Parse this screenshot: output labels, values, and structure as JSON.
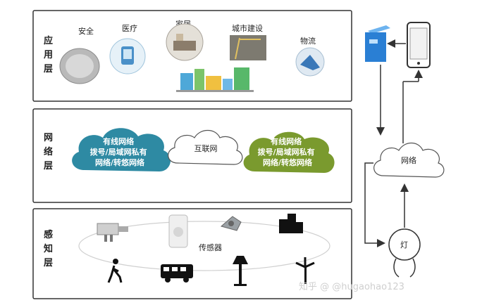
{
  "layers": {
    "application": {
      "label": "应用层",
      "items": [
        {
          "key": "security",
          "label": "安全"
        },
        {
          "key": "medical",
          "label": "医疗"
        },
        {
          "key": "home",
          "label": "家居"
        },
        {
          "key": "city",
          "label": "城市建设"
        },
        {
          "key": "logistics",
          "label": "物流"
        }
      ]
    },
    "network": {
      "label": "网络层",
      "left_cloud": [
        "有线网络",
        "拨号/局域网私有",
        "网络/转悠网络"
      ],
      "center_cloud": "互联网",
      "right_cloud": [
        "有线网络",
        "拨号/局域网私有",
        "网络/转悠网络"
      ]
    },
    "perception": {
      "label": "感知层",
      "sensor_label": "传感器"
    }
  },
  "right_side": {
    "network_cloud": "网络",
    "lamp": "灯"
  },
  "watermark": "知乎 @ @hugaohao123",
  "colors": {
    "left_cloud": "#2e8aa3",
    "right_cloud": "#7a9a2e",
    "border": "#333333",
    "server": "#2a7fd4"
  }
}
